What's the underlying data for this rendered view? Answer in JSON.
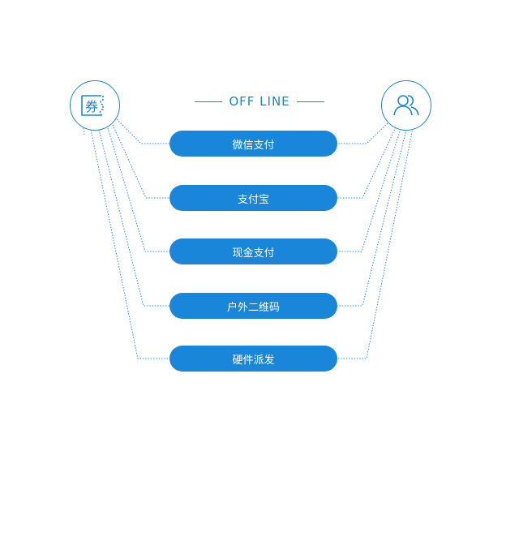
{
  "heading": {
    "text": "OFF LINE"
  },
  "left_node": {
    "icon": "coupon-icon",
    "glyph": "券"
  },
  "right_node": {
    "icon": "users-icon"
  },
  "options": [
    {
      "label": "微信支付"
    },
    {
      "label": "支付宝"
    },
    {
      "label": "现金支付"
    },
    {
      "label": "户外二维码"
    },
    {
      "label": "硬件派发"
    }
  ],
  "colors": {
    "accent": "#1a86d9",
    "pill_text": "#ffffff",
    "connector": "#2a8fdf"
  }
}
